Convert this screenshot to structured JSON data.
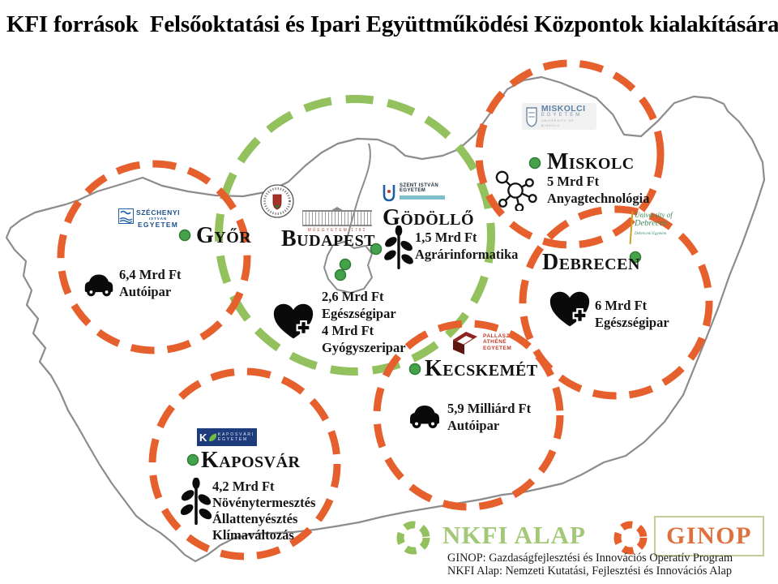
{
  "title": "KFI források  Felsőoktatási és Ipari Együttműködési Központok kialakítására",
  "colors": {
    "ginop_orange": "#E6602D",
    "nkfi_green": "#92C15D",
    "map_outline": "#8C8C8C",
    "marker_green": "#44A24A"
  },
  "cities": {
    "gyor": {
      "label": "Győr",
      "program": "GINOP",
      "icon": "car-icon",
      "lines": [
        "6,4 Mrd Ft",
        "Autóipar"
      ],
      "logo": {
        "line1": "SZÉCHENYI",
        "line2": "ISTVÁN",
        "line3": "EGYETEM"
      }
    },
    "budapest": {
      "label": "Budapest",
      "program": "NKFI ALAP",
      "icon": "heart-cross-icon",
      "lines": [
        "2,6 Mrd Ft",
        "Egészségipar",
        "4 Mrd Ft",
        "Gyógyszeripar"
      ],
      "logo": {
        "caption": "MŰEGYETEM 1782"
      }
    },
    "godollo": {
      "label": "Gödöllő",
      "program": "NKFI ALAP",
      "icon": "plant-icon",
      "lines": [
        "1,5 Mrd Ft",
        "Agrárinformatika"
      ],
      "logo": {
        "line1": "SZENT ISTVÁN",
        "line2": "EGYETEM"
      }
    },
    "miskolc": {
      "label": "Miskolc",
      "program": "GINOP",
      "icon": "molecule-icon",
      "lines": [
        "5 Mrd Ft",
        "Anyagtechnológia"
      ],
      "logo": {
        "line1": "MISKOLCI",
        "line2": "EGYETEM",
        "line3": "UNIVERSITY OF MISKOLC"
      }
    },
    "debrecen": {
      "label": "Debrecen",
      "program": "GINOP",
      "icon": "heart-cross-icon",
      "lines": [
        "6 Mrd Ft",
        "Egészségipar"
      ],
      "logo": {
        "line1": "University of",
        "line2": "Debrecen",
        "line3": "Debreceni Egyetem"
      }
    },
    "kecskemet": {
      "label": "Kecskemét",
      "program": "GINOP",
      "icon": "car-icon",
      "lines": [
        "5,9 Milliárd Ft",
        "Autóipar"
      ],
      "logo": {
        "line1": "PALLASZ",
        "line2": "ATHÉNÉ",
        "line3": "EGYETEM"
      }
    },
    "kaposvar": {
      "label": "Kaposvár",
      "program": "GINOP",
      "icon": "plant-icon",
      "lines": [
        "4,2 Mrd Ft",
        "Növénytermesztés",
        "Állattenyésztés",
        "Klímaváltozás"
      ],
      "logo": {
        "line1": "KAPOSVÁRI",
        "line2": "EGYETEM"
      }
    }
  },
  "legend": {
    "nkfi_label": "NKFI ALAP",
    "ginop_label": "GINOP"
  },
  "footnotes": {
    "line1": "GINOP: Gazdaságfejlesztési és Innovációs Operatív Program",
    "line2": "NKFI Alap: Nemzeti Kutatási, Fejlesztési és Innovációs Alap"
  }
}
